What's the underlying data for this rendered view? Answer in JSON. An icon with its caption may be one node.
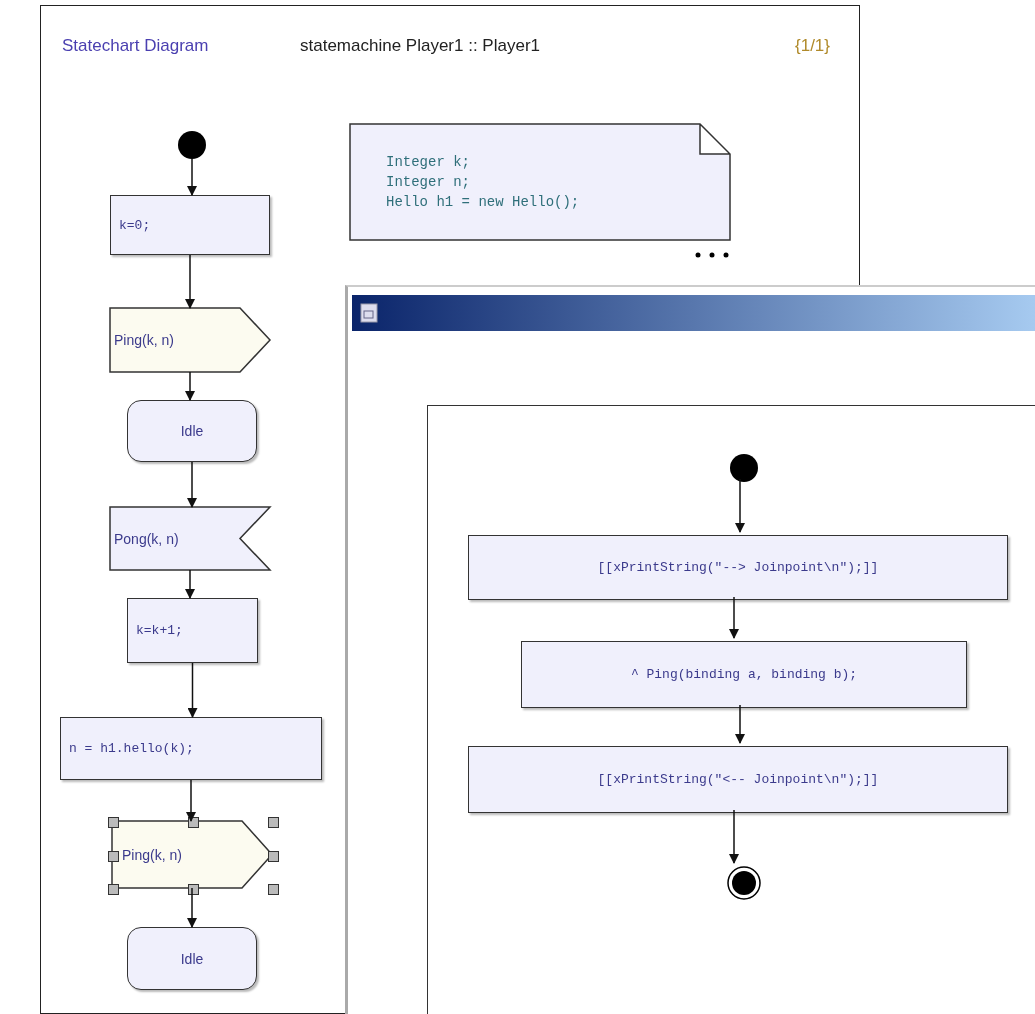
{
  "diagram": {
    "title": "Statechart Diagram",
    "nodes": [
      {
        "text": [],
        "shape": "circle"
      },
      {
        "text": [
          "k=0;"
        ]
      },
      {
        "text": [
          "Ping(k, n)"
        ]
      },
      {
        "text": [
          "Idle"
        ]
      },
      {
        "text": [
          "Pong(k, n)"
        ]
      },
      {
        "text": [
          "k=k+1;"
        ]
      },
      {
        "text": [
          "n = h1.hello(k);"
        ]
      },
      {
        "text": [
          "Ping(k, n)"
        ]
      },
      {
        "text": [
          "Idle"
        ]
      },
      {
        "text": [
          "Integer k;",
          "Integer n;",
          "Hello h1 = new Hello();"
        ]
      },
      {
        "text": [],
        "shape": "box"
      },
      {
        "text": [],
        "shape": "box",
        "in": 10
      },
      {
        "text": [],
        "shape": "circle",
        "in": 11
      },
      {
        "text": [
          "[[xPrintString(\"--> Joinpoint\\n\");]]"
        ],
        "in": 11
      },
      {
        "text": [
          "^ Ping(binding a, binding b);"
        ],
        "in": 11
      },
      {
        "text": [
          "[[xPrintString(\"<-- Joinpoint\\n\");]]"
        ],
        "in": 11
      },
      {
        "text": [],
        "shape": "circle",
        "in": 11
      }
    ],
    "edges": [
      {
        "from": 0,
        "to": 1,
        "arrow": "to"
      },
      {
        "from": 1,
        "to": 2,
        "arrow": "to"
      },
      {
        "from": 2,
        "to": 3,
        "arrow": "to"
      },
      {
        "from": 3,
        "to": 4,
        "arrow": "to"
      },
      {
        "from": 4,
        "to": 5,
        "arrow": "to"
      },
      {
        "from": 5,
        "to": 6,
        "arrow": "to"
      },
      {
        "from": 6,
        "to": 7,
        "arrow": "to"
      },
      {
        "from": 7,
        "to": 8,
        "arrow": "to"
      },
      {
        "from": 12,
        "to": 13,
        "arrow": "to"
      },
      {
        "from": 13,
        "to": 14,
        "arrow": "to"
      },
      {
        "from": 14,
        "to": 15,
        "arrow": "to"
      },
      {
        "from": 15,
        "to": 16,
        "arrow": "to"
      }
    ],
    "labels": [
      "statemachine Player1 :: Player1",
      "{1/1}"
    ]
  }
}
